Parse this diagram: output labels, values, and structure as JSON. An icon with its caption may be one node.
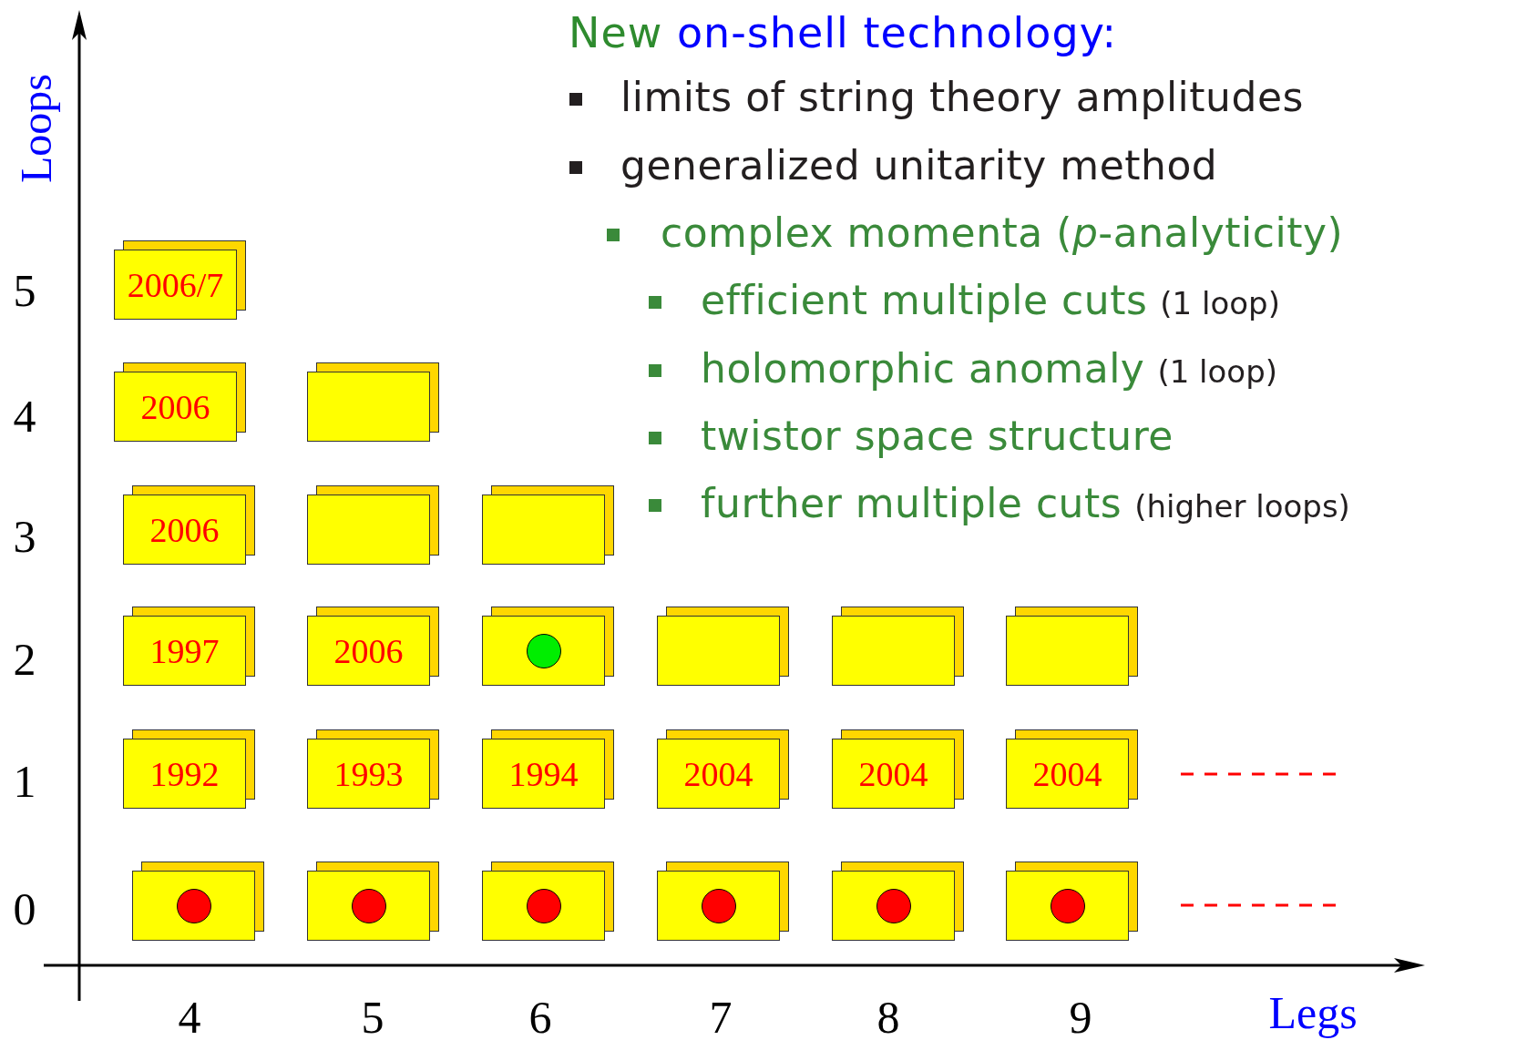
{
  "diagram": {
    "title": "New on-shell technology:",
    "nodes": [
      {
        "text": [
          "2006/7"
        ]
      },
      {
        "text": [
          "2006"
        ]
      },
      {
        "text": [],
        "shape": "box"
      },
      {
        "text": [
          "2006"
        ]
      },
      {
        "text": [],
        "shape": "box"
      },
      {
        "text": [],
        "shape": "box"
      },
      {
        "text": [
          "1997"
        ]
      },
      {
        "text": [
          "2006"
        ]
      },
      {
        "text": [],
        "shape": "box"
      },
      {
        "text": [],
        "shape": "circle",
        "in": 8
      },
      {
        "text": [],
        "shape": "box"
      },
      {
        "text": [],
        "shape": "box"
      },
      {
        "text": [],
        "shape": "box"
      },
      {
        "text": [
          "1992"
        ]
      },
      {
        "text": [
          "1993"
        ]
      },
      {
        "text": [
          "1994"
        ]
      },
      {
        "text": [
          "2004"
        ]
      },
      {
        "text": [
          "2004"
        ]
      },
      {
        "text": [
          "2004"
        ]
      },
      {
        "text": [],
        "shape": "box"
      },
      {
        "text": [],
        "shape": "circle",
        "in": 19
      },
      {
        "text": [],
        "shape": "box"
      },
      {
        "text": [],
        "shape": "circle",
        "in": 21
      },
      {
        "text": [],
        "shape": "box"
      },
      {
        "text": [],
        "shape": "circle",
        "in": 23
      },
      {
        "text": [],
        "shape": "box"
      },
      {
        "text": [],
        "shape": "circle",
        "in": 25
      },
      {
        "text": [],
        "shape": "box"
      },
      {
        "text": [],
        "shape": "circle",
        "in": 27
      },
      {
        "text": [],
        "shape": "box"
      },
      {
        "text": [],
        "shape": "circle",
        "in": 29
      }
    ],
    "edges": [],
    "labels": [
      "Loops",
      "limits of string theory amplitudes",
      "generalized unitarity method",
      "complex momenta (*p*-analyticity)",
      "efficient multiple cuts",
      "(1 loop)",
      "holomorphic anomaly",
      "(1 loop)",
      "twistor space structure",
      "further multiple cuts",
      "(higher loops)",
      "5",
      "4",
      "3",
      "2",
      "1",
      "0",
      "4",
      "5",
      "6",
      "7",
      "8",
      "9",
      "Legs"
    ]
  }
}
